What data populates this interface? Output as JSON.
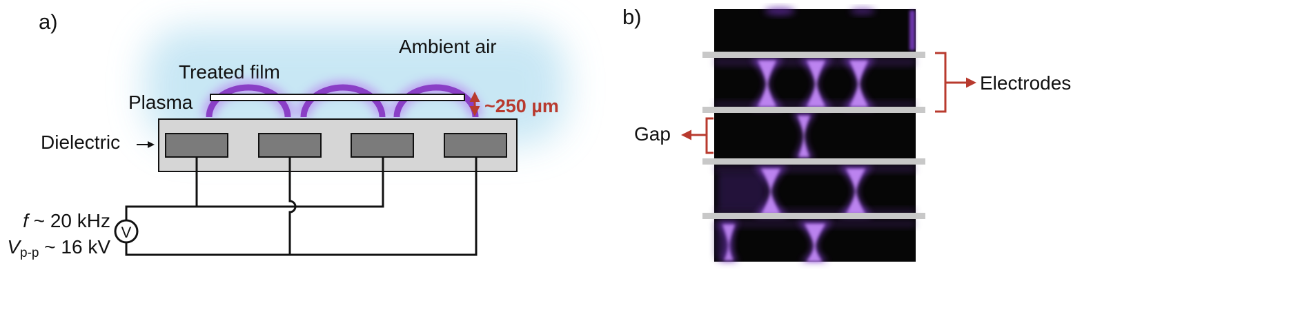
{
  "panel_a": {
    "label": "a)",
    "ambient_label": "Ambient air",
    "film_label": "Treated film",
    "plasma_label": "Plasma",
    "gap_label": "~250 µm",
    "dielectric_label": "Dielectric",
    "freq_var": "f",
    "freq_value": " ~ 20 kHz",
    "volt_var": "V",
    "volt_sub": "p-p",
    "volt_value": " ~ 16 kV",
    "meter_symbol": "V"
  },
  "panel_b": {
    "label": "b)",
    "electrodes_label": "Electrodes",
    "gap_label": "Gap"
  },
  "colors": {
    "plasma": "#8a3fc6",
    "plasma_glow": "#b98af0",
    "accent_red": "#b83a2e",
    "dielectric_fill": "#d6d6d6",
    "electrode_fill": "#7b7b7b",
    "ambient_glow": "#bfe3f3",
    "electrode_strip": "#c8c8c8",
    "photo_bg": "#060606"
  }
}
